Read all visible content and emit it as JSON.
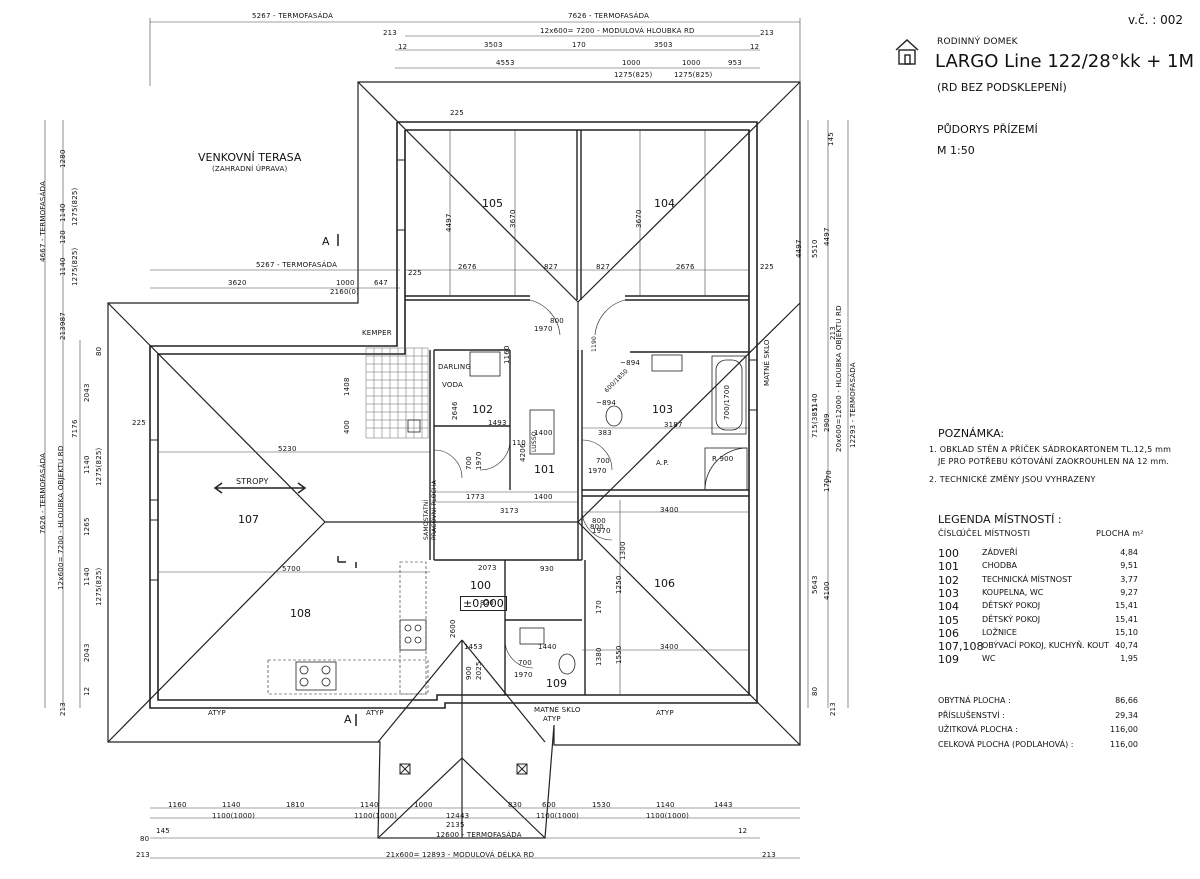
{
  "sheet": {
    "sheet_no": "v.č. : 002",
    "project_type": "RODINNÝ DOMEK",
    "project_name": "LARGO Line 122/28°kk + 1M",
    "project_note": "(RD BEZ PODSKLEPENÍ)",
    "drawing_title": "PŮDORYS PŘÍZEMÍ",
    "scale": "M 1:50"
  },
  "notes": {
    "title": "POZNÁMKA:",
    "items": [
      "1. OBKLAD STĚN A PŘÍČEK SÁDROKARTONEM TL.12,5 mm",
      "JE PRO POTŘEBU KÓTOVÁNÍ ZAOKROUHLEN NA 12 mm.",
      "2. TECHNICKÉ ZMĚNY JSOU VYHRAZENY"
    ]
  },
  "legend": {
    "title": "LEGENDA MÍSTNOSTÍ :",
    "col_number": "ČÍSLO",
    "col_use": "ÚČEL MÍSTNOSTI",
    "col_area": "PLOCHA m²",
    "rooms": [
      {
        "no": "100",
        "name": "ZÁDVEŘÍ",
        "area": "4,84"
      },
      {
        "no": "101",
        "name": "CHODBA",
        "area": "9,51"
      },
      {
        "no": "102",
        "name": "TECHNICKÁ MÍSTNOST",
        "area": "3,77"
      },
      {
        "no": "103",
        "name": "KOUPELNA, WC",
        "area": "9,27"
      },
      {
        "no": "104",
        "name": "DĚTSKÝ POKOJ",
        "area": "15,41"
      },
      {
        "no": "105",
        "name": "DĚTSKÝ POKOJ",
        "area": "15,41"
      },
      {
        "no": "106",
        "name": "LOŽNICE",
        "area": "15,10"
      },
      {
        "no": "107,108",
        "name": "OBÝVACÍ POKOJ, KUCHYŇ. KOUT",
        "area": "40,74"
      },
      {
        "no": "109",
        "name": "WC",
        "area": "1,95"
      }
    ],
    "totals": [
      {
        "name": "OBYTNÁ PLOCHA :",
        "area": "86,66"
      },
      {
        "name": "PŘÍSLUŠENSTVÍ :",
        "area": "29,34"
      },
      {
        "name": "UŽITKOVÁ PLOCHA :",
        "area": "116,00"
      },
      {
        "name": "CELKOVÁ PLOCHA (PODLAHOVÁ) :",
        "area": "116,00"
      }
    ]
  },
  "plan_labels": {
    "terrace": "VENKOVNÍ TERASA",
    "terrace_note": "(ZAHRADNÍ ÚPRAVA)",
    "stropy": "STROPY",
    "level": "±0,000",
    "kemper": "KEMPER",
    "darling": "DARLING",
    "voda": "VODA",
    "matne_sklo": "MATNÉ SKLO",
    "matne_sklo_2": "MATNÉ SKLO",
    "atyp": "ATYP",
    "section_a": "A",
    "room_numbers": [
      "105",
      "104",
      "102",
      "103",
      "101",
      "107",
      "100",
      "106",
      "108",
      "109"
    ],
    "dims_top": [
      "5267 - TERMOFASÁDA",
      "7626 - TERMOFASÁDA",
      "12x600= 7200 - MODULOVÁ HLOUBKA RD",
      "3503",
      "170",
      "3503",
      "4553",
      "1000",
      "1000",
      "953",
      "1275(825)",
      "1275(825)",
      "213",
      "213",
      "12",
      "12"
    ],
    "dims_bottom": [
      "1160",
      "1140",
      "1810",
      "1140",
      "1000",
      "830",
      "600",
      "1530",
      "1140",
      "1443",
      "1100(1000)",
      "1100(1000)",
      "12443",
      "2135",
      "1100(1000)",
      "1100(1000)",
      "12600 - TERMOFASÁDA",
      "21x600= 12893 - MODULOVÁ DÉLKA RD",
      "145",
      "12",
      "80",
      "213",
      "213"
    ],
    "dims_inner": [
      "3620",
      "1000",
      "647",
      "5267 - TERMOFASÁDA",
      "2160(0)",
      "2676",
      "827",
      "827",
      "2676",
      "4497",
      "3670",
      "3670",
      "4497",
      "225",
      "225",
      "225",
      "225",
      "5230",
      "1493",
      "3187",
      "5700",
      "2073",
      "1773",
      "1400",
      "3173",
      "1400",
      "3400",
      "3400",
      "1250",
      "1550",
      "1380",
      "1440",
      "1453",
      "700",
      "1970",
      "820",
      "930",
      "170",
      "170",
      "1408",
      "400",
      "2646",
      "4206",
      "1160",
      "800",
      "1300",
      "2600",
      "700",
      "1970",
      "110",
      "383",
      "900",
      "2025"
    ],
    "dims_left": [
      "4667 - TERMOFASÁDA",
      "1280",
      "1140",
      "120",
      "1140",
      "987",
      "1275(825)",
      "1275(825)",
      "7626 - TERMOFASÁDA",
      "12x600= 7200 - HLOUBKA OBJEKTU RD",
      "7176",
      "2043",
      "1140",
      "1275(825)",
      "1265",
      "1140",
      "1275(825)",
      "2043",
      "213",
      "213",
      "80",
      "12"
    ],
    "dims_right": [
      "5510",
      "4497",
      "145",
      "1140",
      "715(385)",
      "2909",
      "20x600=12000 - HLOUBKA OBJEKTU RD",
      "12293 - TERMOFASÁDA",
      "5643",
      "4100",
      "170",
      "213",
      "213",
      "80"
    ],
    "fixtures": [
      "R 900",
      "A.P.",
      "700/1700",
      "SAMOSTATNÍ",
      "PRACOVNÍ PLOCHA",
      "700",
      "1970",
      "800",
      "1970",
      "800",
      "1970",
      "1190",
      "600/1850",
      "~894",
      "~894",
      "LUSSO"
    ]
  }
}
